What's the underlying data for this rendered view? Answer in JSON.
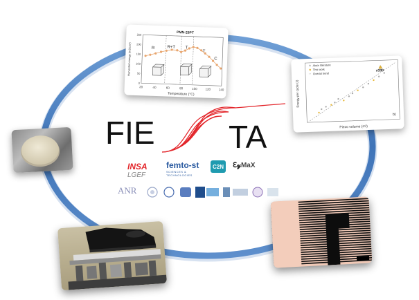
{
  "logo": {
    "left": "FIE",
    "right": "TA"
  },
  "partners": {
    "insa": "INSA",
    "lgef": "LGEF",
    "femto": "femto-st",
    "femto_sub1": "SCIENCES &",
    "femto_sub2": "TECHNOLOGIES",
    "c2n": "C2N",
    "max": "MaX",
    "anr": "ANR"
  },
  "chart_top": {
    "title": "PMN-25PT",
    "xlabel": "Temperature (°C)",
    "ylabel": "Harvested energy (mJ/cm³)",
    "phase_labels": [
      "R",
      "R+T",
      "T",
      "T",
      "C"
    ],
    "xticks": [
      "20",
      "40",
      "60",
      "80",
      "100",
      "120",
      "140"
    ],
    "yticks": [
      "0",
      "50",
      "100",
      "150",
      "200",
      "250"
    ]
  },
  "chart_right": {
    "xlabel": "Piezo volume (m³)",
    "ylabel": "Energy per cycle (J)",
    "legend": [
      "Aloor literature",
      "This work",
      "Overall trend"
    ],
    "annotation": "x330",
    "panel": "b)"
  },
  "colors": {
    "ring": "#4e83c4",
    "logo_red": "#e3262b",
    "curve": "#e8a66f"
  },
  "chart_data": [
    {
      "type": "line",
      "title": "PMN-25PT",
      "xlabel": "Temperature (°C)",
      "ylabel": "Harvested energy (mJ/cm³)",
      "xlim": [
        20,
        140
      ],
      "ylim": [
        0,
        250
      ],
      "x": [
        25,
        32,
        40,
        48,
        56,
        64,
        72,
        78,
        84,
        90,
        96,
        102,
        108,
        114,
        120,
        126,
        132,
        138
      ],
      "series": [
        {
          "values": [
            142,
            148,
            156,
            165,
            172,
            178,
            176,
            168,
            176,
            188,
            196,
            192,
            180,
            165,
            148,
            128,
            108,
            90
          ]
        }
      ]
    },
    {
      "type": "scatter",
      "xlabel": "Piezo volume (m³)",
      "ylabel": "Energy per cycle (J)",
      "log_scale": true,
      "points": [
        {
          "x": 0.12,
          "y": 0.14
        },
        {
          "x": 0.15,
          "y": 0.2
        },
        {
          "x": 0.2,
          "y": 0.24
        },
        {
          "x": 0.26,
          "y": 0.27
        },
        {
          "x": 0.3,
          "y": 0.31
        },
        {
          "x": 0.34,
          "y": 0.37
        },
        {
          "x": 0.4,
          "y": 0.34
        },
        {
          "x": 0.46,
          "y": 0.41
        },
        {
          "x": 0.5,
          "y": 0.46
        },
        {
          "x": 0.56,
          "y": 0.51
        },
        {
          "x": 0.62,
          "y": 0.56
        },
        {
          "x": 0.68,
          "y": 0.62
        },
        {
          "x": 0.74,
          "y": 0.68
        },
        {
          "x": 0.8,
          "y": 0.74
        },
        {
          "x": 0.86,
          "y": 0.8
        }
      ],
      "highlight": {
        "x": 0.82,
        "y": 0.9
      }
    }
  ]
}
